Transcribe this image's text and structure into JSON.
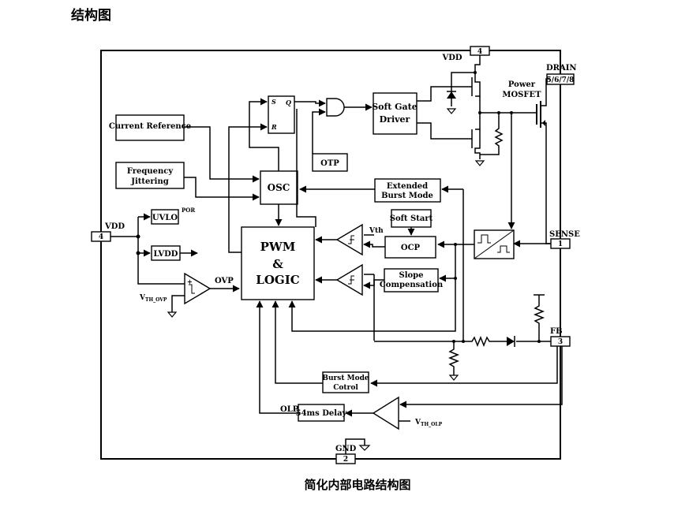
{
  "title": "结构图",
  "caption": "简化内部电路结构图",
  "blocks": {
    "current_reference": "Current Reference",
    "frequency_jittering": [
      "Frequency",
      "Jittering"
    ],
    "osc": "OSC",
    "pwm_logic": [
      "PWM",
      "&",
      "LOGIC"
    ],
    "soft_gate_driver": [
      "Soft Gate",
      "Driver"
    ],
    "otp": "OTP",
    "extended_burst_mode": [
      "Extended",
      "Burst Mode"
    ],
    "soft_start": "Soft Start",
    "ocp": "OCP",
    "slope_compensation": [
      "Slope",
      "Compensation"
    ],
    "uvlo": "UVLO",
    "lvdd": "LVDD",
    "burst_mode_control": [
      "Burst Mode",
      "Cotrol"
    ],
    "delay_54ms": "54ms Delay",
    "power_mosfet": [
      "Power",
      "MOSFET"
    ],
    "flipflop_s": "S",
    "flipflop_r": "R",
    "flipflop_q": "Q"
  },
  "labels": {
    "por": "POR",
    "ovp": "OVP",
    "vth_ovp_main": "V",
    "vth_ovp_sub": "TH_OVP",
    "vth": "Vth",
    "olp": "OLP",
    "vth_olp_main": "V",
    "vth_olp_sub": "TH_OLP"
  },
  "pins": {
    "vdd_top": {
      "name": "VDD",
      "number": "4"
    },
    "drain": {
      "name": "DRAIN",
      "number": "5/6/7/8"
    },
    "vdd_left": {
      "name": "VDD",
      "number": "4"
    },
    "sense": {
      "name": "SENSE",
      "number": "1"
    },
    "fb": {
      "name": "FB",
      "number": "3"
    },
    "gnd": {
      "name": "GND",
      "number": "2"
    }
  }
}
